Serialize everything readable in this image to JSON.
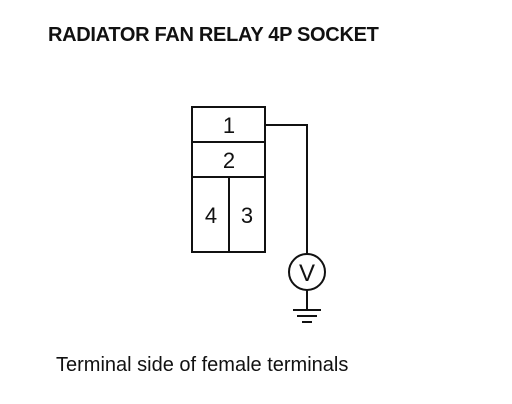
{
  "title": "RADIATOR FAN RELAY 4P SOCKET",
  "connector": {
    "terminals": [
      "1",
      "2",
      "4",
      "3"
    ]
  },
  "meter": {
    "symbol": "V",
    "icon": "voltmeter-icon"
  },
  "ground": {
    "icon": "ground-icon"
  },
  "caption": "Terminal side of female terminals"
}
